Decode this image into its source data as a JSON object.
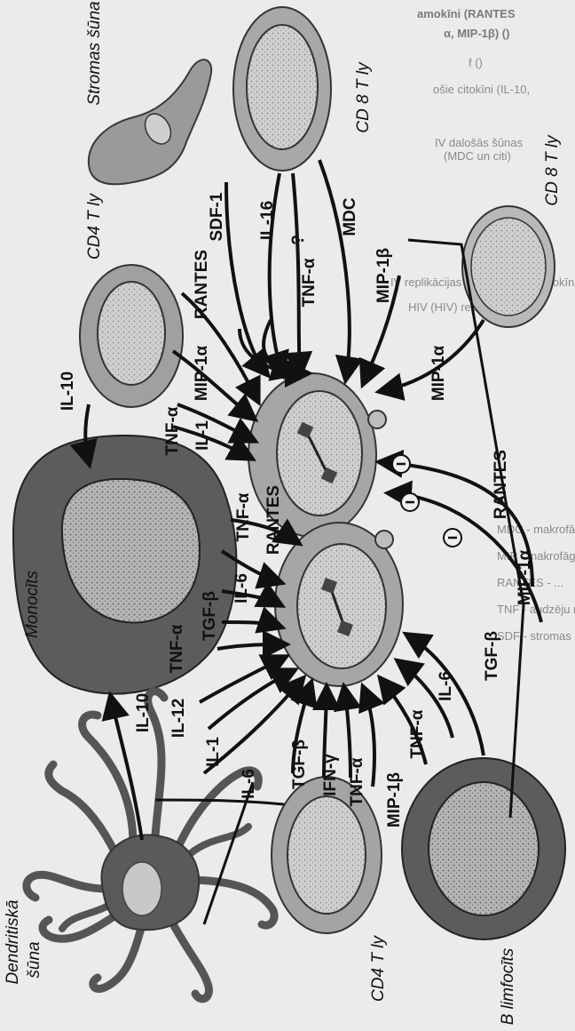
{
  "colors": {
    "background": "#ebebeb",
    "cell_dark": "#5a5a5a",
    "cell_mid": "#9c9c9c",
    "cell_light": "#c4c4c4",
    "nucleus": "#d8d8d8",
    "ink": "#111111"
  },
  "cell_labels": {
    "stromal": "Stromas šūna",
    "cd8_top": "CD 8 T ly",
    "cd8_right": "CD 8 T ly",
    "cd4_top": "CD4 T ly",
    "monocyte": "Monocīts",
    "dendritic": "Dendritiskā šūna",
    "cd4_bottom": "CD4 T ly",
    "b_cell": "B limfocīts"
  },
  "cytokines": {
    "sdf1": "SDF-1",
    "il16": "IL-16",
    "question": "?",
    "mdc": "MDC",
    "tnfa_cd8": "TNF-α",
    "mip1b_cd8": "MIP-1β",
    "rantes_cd4": "RANTES",
    "mip1a_cd4": "MIP-1α",
    "tnfa_cd4": "TNF-α",
    "il1_cd4": "IL-1",
    "il10_cd4": "IL-10",
    "mip1a_cd8r": "MIP-1α",
    "rantes_b": "RANTES",
    "mip1a_b": "MIP-1α",
    "tgfb_b": "TGF-β",
    "il6_b": "IL-6",
    "tnfa_b": "TNF-α",
    "tnfa_mono": "TNF-α",
    "rantes_mono": "RANTES",
    "il6_mono": "IL-6",
    "tgfb_mono": "TGF-β",
    "tnfa_mono2": "TNF-α",
    "il10_den": "IL-10",
    "il12_den": "IL-12",
    "il1_den": "IL-1",
    "il6_den": "IL-6",
    "tgfb_cd4b": "TGF-β",
    "ifng_cd4b": "IFN-γ",
    "tnfa_cd4b": "TNF-α",
    "mip1b_cd4b": "MIP-1β"
  },
  "show_through": {
    "line1": "amokīni (RANTES",
    "line2": "α, MIP-1β) ()",
    "line3": "f ()",
    "line4": "ošie citokīni (IL-10,",
    "line5": "IV dalošās šūnas",
    "line6": "(MDC un citi)",
    "line7": "IV replikācijas nomākšana ar citokīniem",
    "line8": "HIV (HIV) replikācija",
    "line9": "MDC - makrofāgu ...",
    "line10": "MIP - makrofāgu iekaisuma proteīns",
    "line11": "RANTES - ...",
    "line12": "TNF - audzēju nekrozes faktors",
    "line13": "SDF - stromas šūnu faktors"
  }
}
